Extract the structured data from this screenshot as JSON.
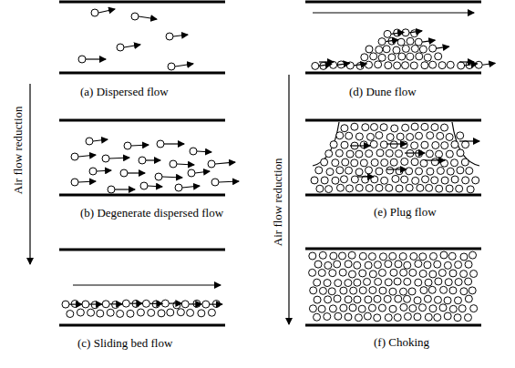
{
  "diagram": {
    "labels": [
      "Air flow reduction",
      "(a) Dispersed flow",
      "(b) Degenerate dispersed flow",
      "(c) Sliding bed flow",
      "(d) Dune flow",
      "Air flow reduction",
      "(e) Plug flow",
      "(f) Choking"
    ]
  }
}
